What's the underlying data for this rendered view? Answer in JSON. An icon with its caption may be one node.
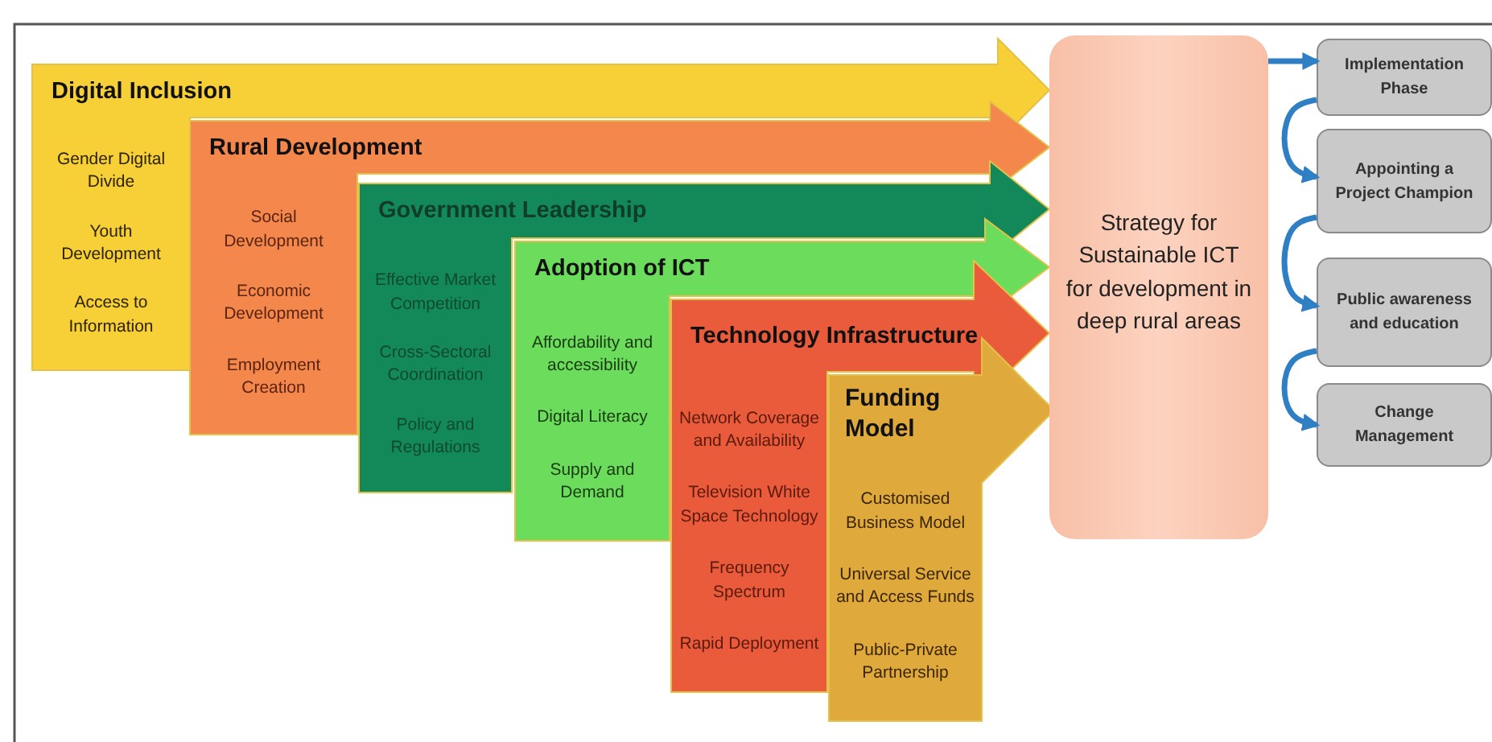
{
  "diagram": {
    "nodes": [
      {
        "text": [
          "Digital Inclusion",
          "Gender Digital Divide",
          "Youth Development",
          "Access to Information"
        ]
      },
      {
        "text": [
          "Rural Development",
          "Social Development",
          "Economic Development",
          "Employment Creation"
        ]
      },
      {
        "text": [
          "Government Leadership",
          "Effective Market Competition",
          "Cross-Sectoral Coordination",
          "Policy and Regulations"
        ]
      },
      {
        "text": [
          "Adoption of ICT",
          "Affordability and accessibility",
          "Digital Literacy",
          "Supply and Demand"
        ]
      },
      {
        "text": [
          "Technology Infrastructure",
          "Network Coverage and Availability",
          "Television White Space Technology",
          "Frequency Spectrum",
          "Rapid Deployment"
        ]
      },
      {
        "text": [
          "Funding Model",
          "Customised Business Model",
          "Universal Service and Access Funds",
          "Public-Private Partnership"
        ]
      },
      {
        "text": [
          "Strategy for Sustainable ICT for development in deep rural areas"
        ]
      },
      {
        "text": [
          "Implementation Phase"
        ]
      },
      {
        "text": [
          "Appointing a Project Champion"
        ]
      },
      {
        "text": [
          "Public awareness and education"
        ]
      },
      {
        "text": [
          "Change Management"
        ]
      }
    ],
    "edges": [
      {
        "from": 6,
        "to": 7,
        "arrow": "to"
      },
      {
        "from": 7,
        "to": 8,
        "arrow": "to"
      },
      {
        "from": 8,
        "to": 9,
        "arrow": "to"
      },
      {
        "from": 9,
        "to": 10,
        "arrow": "to"
      }
    ]
  }
}
